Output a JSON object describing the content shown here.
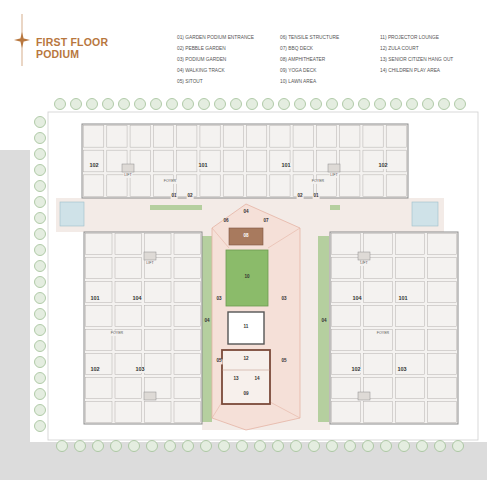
{
  "diagram": {
    "title": "FIRST FLOOR PODIUM",
    "labels": [
      "01) GARDEN PODIUM ENTRANCE",
      "02) PEBBLE GARDEN",
      "03) PODIUM GARDEN",
      "04) WALKING TRACK",
      "05) SITOUT",
      "06) TENSILE STRUCTURE",
      "07) BBQ DECK",
      "08) AMPHITHEATER",
      "09) YOGA DECK",
      "10) LAWN AREA",
      "11) PROJECTOR LOUNGE",
      "12) ZULA COURT",
      "13) SENIOR CITIZEN HANG OUT",
      "14) CHILDREN PLAY AREA",
      "102",
      "101",
      "101",
      "102",
      "LIFT",
      "FOYER",
      "FOYER",
      "LIFT",
      "101",
      "104",
      "FOYER",
      "102",
      "103",
      "104",
      "101",
      "FOYER",
      "102",
      "103",
      "LIFT",
      "LIFT",
      "01",
      "02",
      "04",
      "06",
      "07",
      "08",
      "10",
      "04",
      "04",
      "03",
      "03",
      "05",
      "05",
      "11",
      "12",
      "13",
      "14",
      "09",
      "02",
      "01"
    ]
  }
}
